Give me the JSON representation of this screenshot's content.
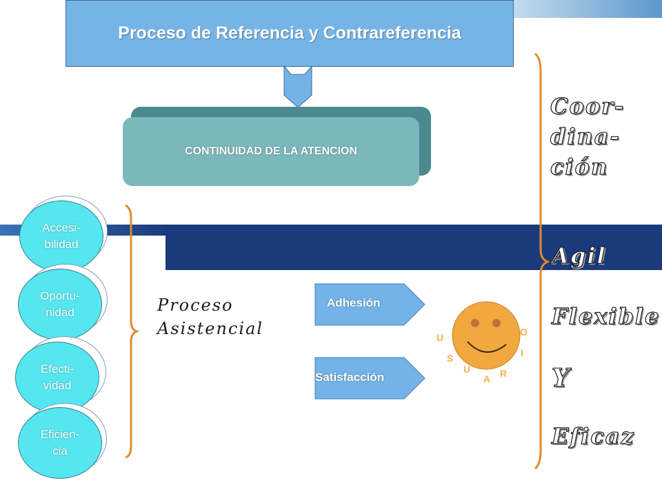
{
  "title": "Proceso de Referencia y Contrareferencia",
  "continuity": "CONTINUIDAD DE LA ATENCION",
  "ellipses": [
    {
      "line1": "Accesi-",
      "line2": "bilidad"
    },
    {
      "line1": "Oportu-",
      "line2": "nidad"
    },
    {
      "line1": "Efecti-",
      "line2": "vidad"
    },
    {
      "line1": "Eficien-",
      "line2": "cia"
    }
  ],
  "proceso": {
    "line1": "Proceso",
    "line2": "Asistencial"
  },
  "arrows": {
    "adhesion": "Adhesión",
    "satisfaccion": "Satisfacción"
  },
  "usuario_letters": [
    "U",
    "S",
    "U",
    "A",
    "R",
    "I",
    "O"
  ],
  "right_column": {
    "coord1": "Coor-",
    "coord2": "dina-",
    "coord3": "ción",
    "agil": "Agil",
    "flexible": "Flexible",
    "y": "Y",
    "eficaz": "Eficaz"
  },
  "colors": {
    "title_box": "#77b4e6",
    "continuity_box": "#7bb8bc",
    "ellipse_fill": "#55e6f0",
    "navy_band": "#1a3a7c",
    "arrow_fill": "#73b3e8",
    "smiley": "#f0a83f",
    "bracket": "#e08a2a"
  }
}
